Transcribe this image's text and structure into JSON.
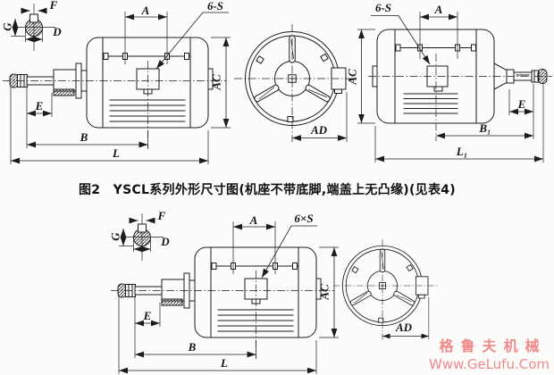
{
  "colors": {
    "ink": "#1c1c1c",
    "paper": "#fcfcfa",
    "watermark_pink": "#f08a8a"
  },
  "figure1": {
    "left_view": {
      "labels": {
        "F": "F",
        "G": "G",
        "D": "D",
        "A": "A",
        "holes": "6-S",
        "AC": "AC",
        "E": "E",
        "B": "B",
        "L": "L"
      }
    },
    "front_view": {
      "labels": {
        "AD": "AD"
      }
    },
    "right_view": {
      "labels": {
        "holes": "6-S",
        "A": "A",
        "AC": "AC",
        "E": "E",
        "B1": "B₁",
        "L1": "L₁"
      }
    }
  },
  "caption": "图2　YSCL系列外形尺寸图(机座不带底脚,端盖上无凸缘)(见表4)",
  "figure2": {
    "left_view": {
      "labels": {
        "F": "F",
        "G": "G",
        "D": "D",
        "A": "A",
        "holes": "6×S",
        "AC": "AC",
        "E": "E",
        "B": "B",
        "L": "L"
      }
    },
    "front_view": {
      "labels": {
        "AD": "AD"
      }
    }
  },
  "watermark": {
    "brand": "格鲁夫机械",
    "site": "Www.GeLufu.Com"
  }
}
